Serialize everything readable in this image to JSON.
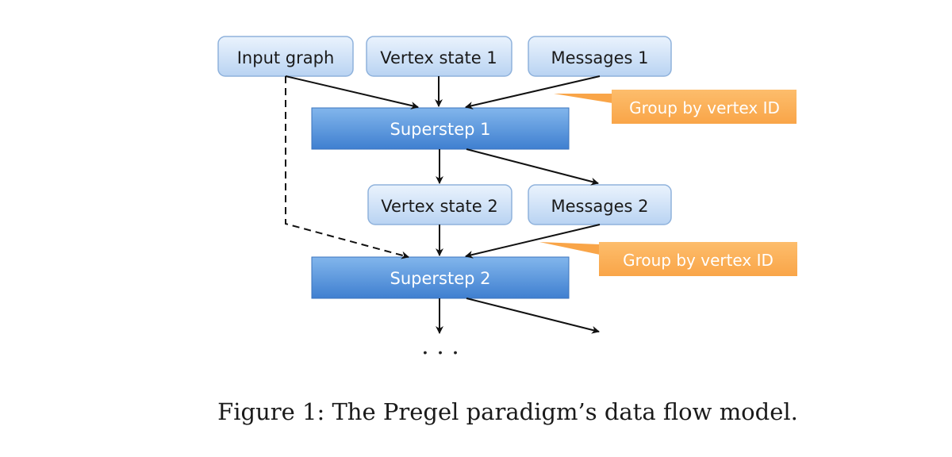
{
  "diagram": {
    "input_graph": "Input graph",
    "vertex_state_1": "Vertex state 1",
    "messages_1": "Messages 1",
    "superstep_1": "Superstep 1",
    "group_by_1": "Group by vertex ID",
    "vertex_state_2": "Vertex state 2",
    "messages_2": "Messages 2",
    "superstep_2": "Superstep 2",
    "group_by_2": "Group by vertex ID",
    "ellipsis": ". . ."
  },
  "caption": "Figure 1: The Pregel paradigm’s data flow model.",
  "colors": {
    "data_box_top": "#eaf3fd",
    "data_box_bottom": "#b9d3f2",
    "data_box_border": "#8fb2dc",
    "superstep_top": "#7eb3ea",
    "superstep_bottom": "#3f7fd0",
    "callout": "#fbb15a",
    "arrow": "#111111"
  }
}
